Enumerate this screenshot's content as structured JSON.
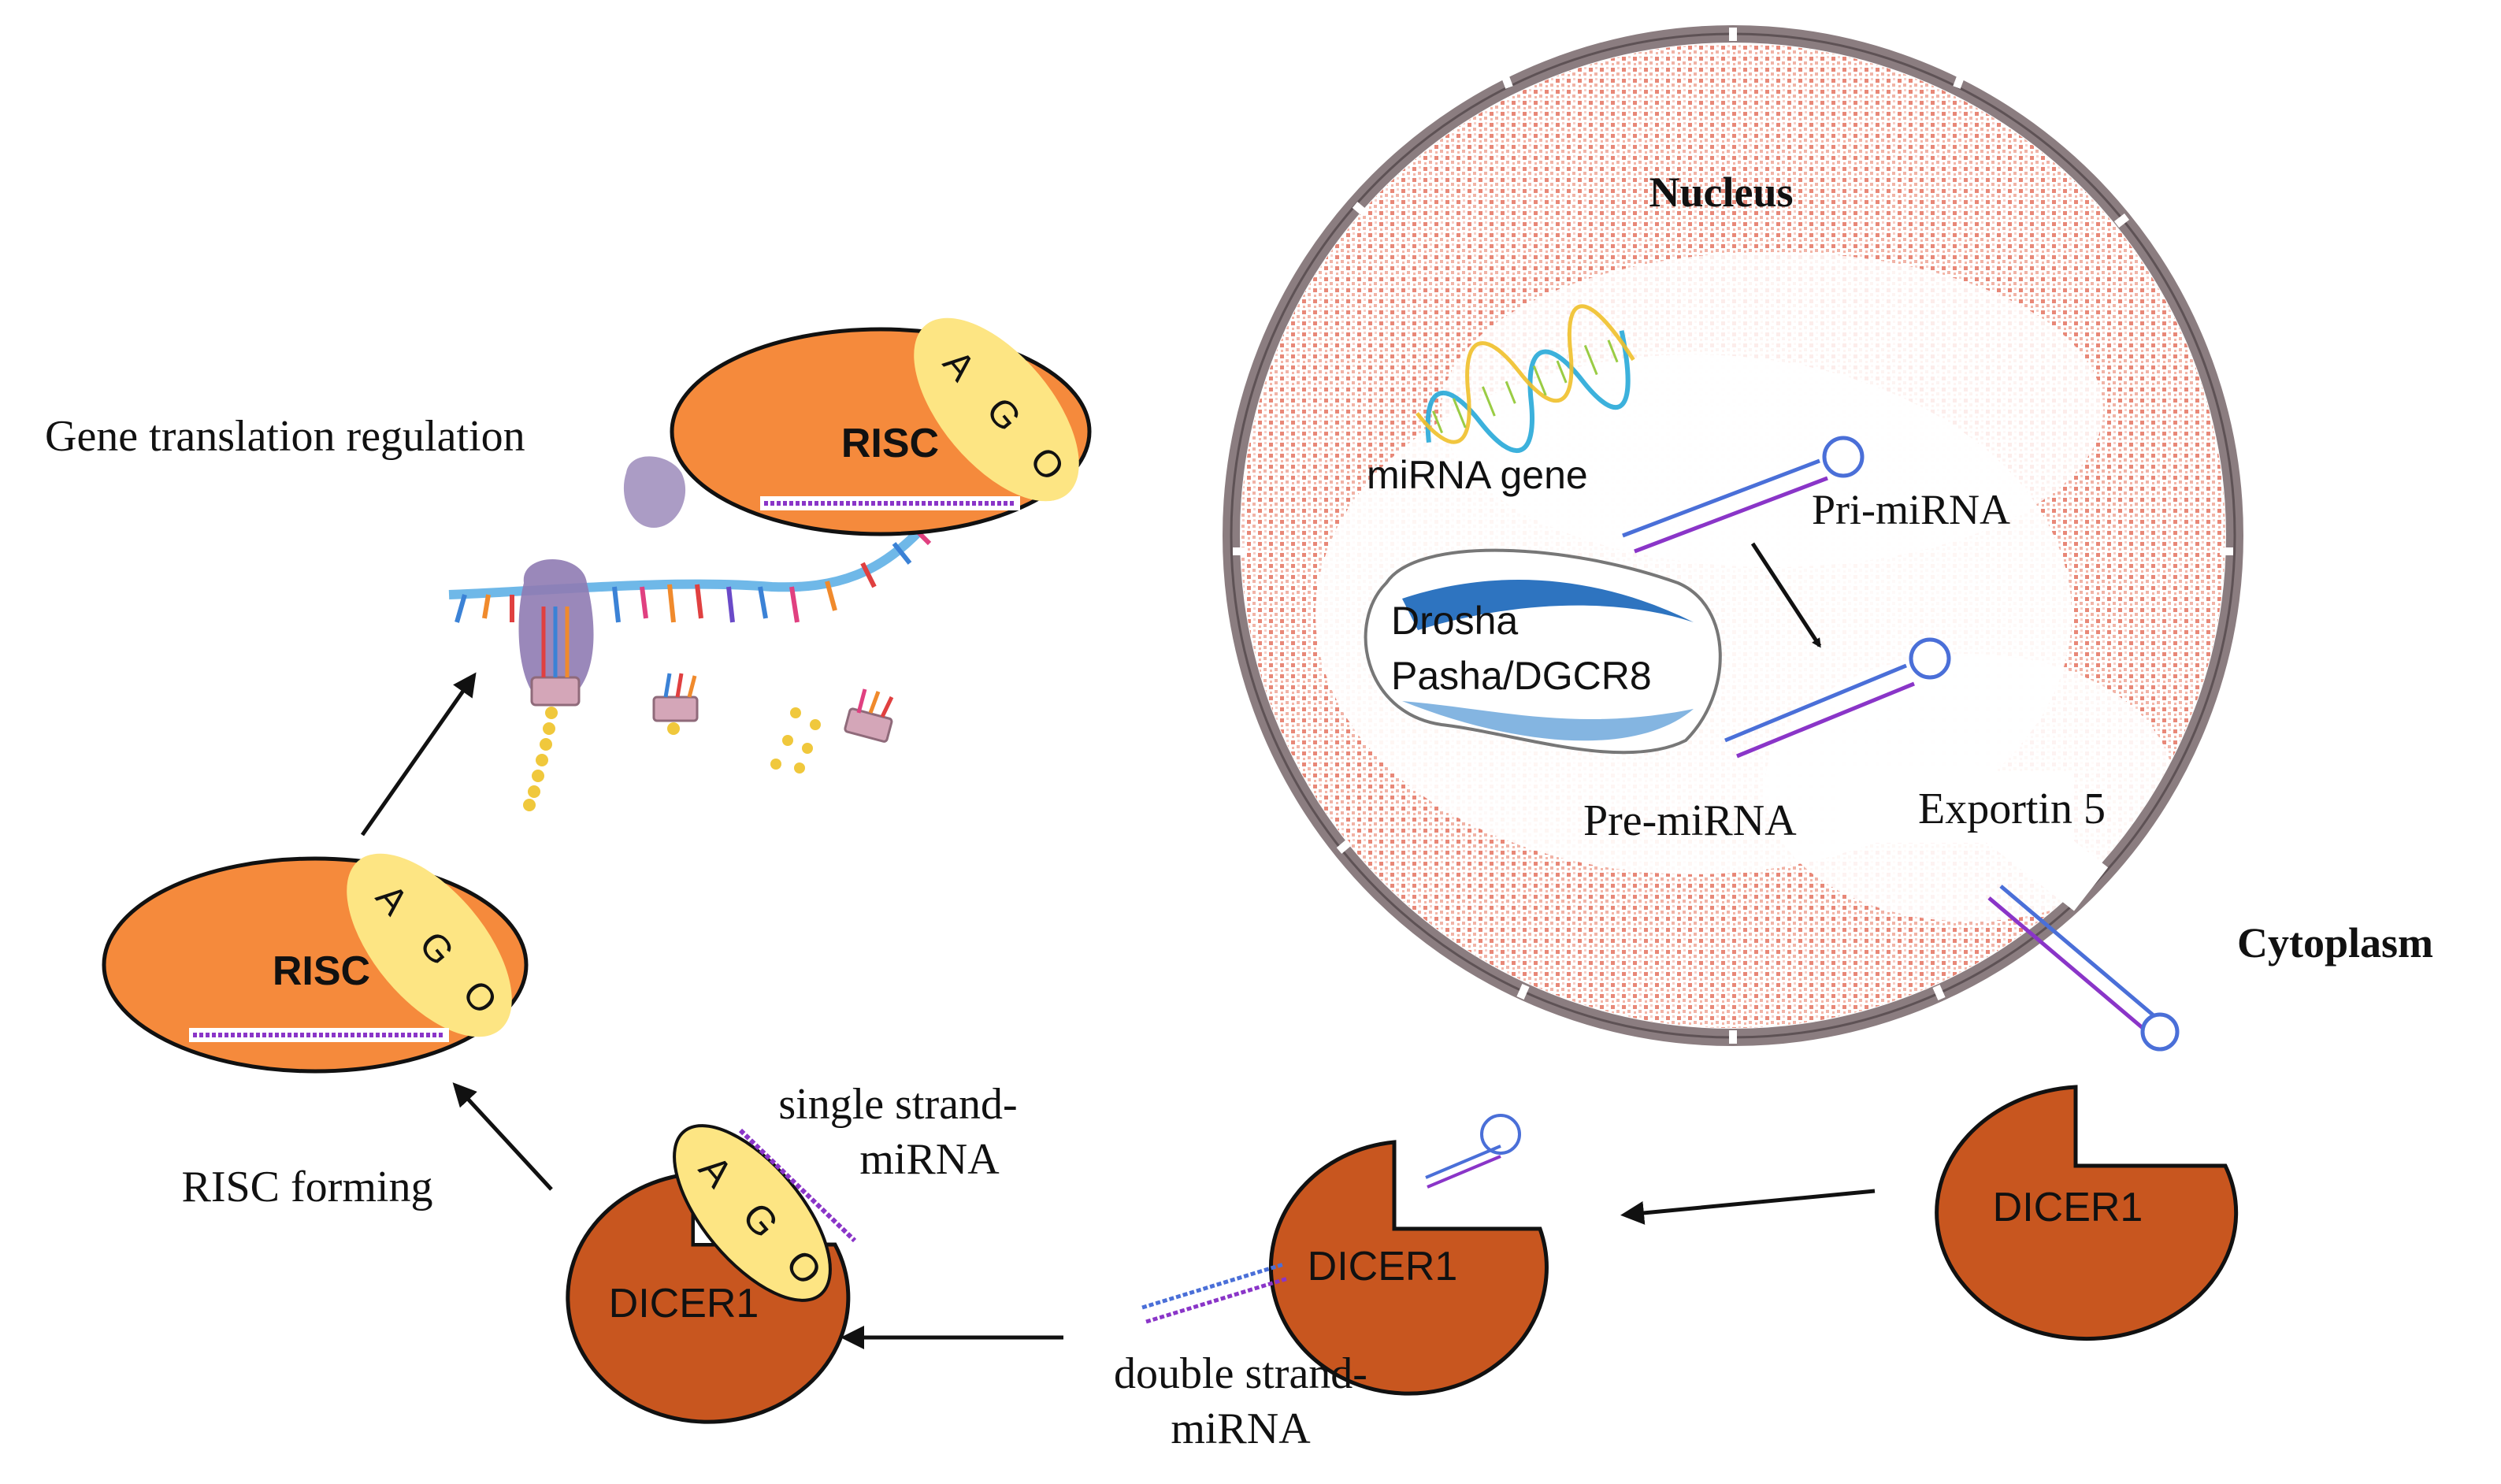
{
  "colors": {
    "risc_fill": "#f58a3c",
    "dicer_fill": "#c8561f",
    "ago_fill": "#fde583",
    "nucleus_dots": "#e0604a",
    "membrane": "#8b7d80",
    "strand_blue": "#4a6fd8",
    "strand_purple": "#8a35c8",
    "ribosome": "#8f7bb2",
    "drosha_blue": "#2e74c0"
  },
  "labels": {
    "nucleus": "Nucleus",
    "cytoplasm": "Cytoplasm",
    "mirna_gene": "miRNA gene",
    "pri_mirna": "Pri-miRNA",
    "drosha": "Drosha",
    "pasha": "Pasha/DGCR8",
    "pre_mirna": "Pre-miRNA",
    "exportin": "Exportin 5",
    "gene_translation": "Gene translation regulation",
    "risc_forming": "RISC forming",
    "single_strand_1": "single strand-",
    "single_strand_2": "miRNA",
    "double_strand_1": "double strand-",
    "double_strand_2": "miRNA"
  },
  "risc_top": {
    "label": "RISC",
    "ago": [
      "A",
      "G",
      "O"
    ]
  },
  "risc_mid": {
    "label": "RISC",
    "ago": [
      "A",
      "G",
      "O"
    ]
  },
  "dicer_left": {
    "label": "DICER1",
    "ago": [
      "A",
      "G",
      "O"
    ]
  },
  "dicer_center": {
    "label": "DICER1"
  },
  "dicer_right": {
    "label": "DICER1"
  }
}
